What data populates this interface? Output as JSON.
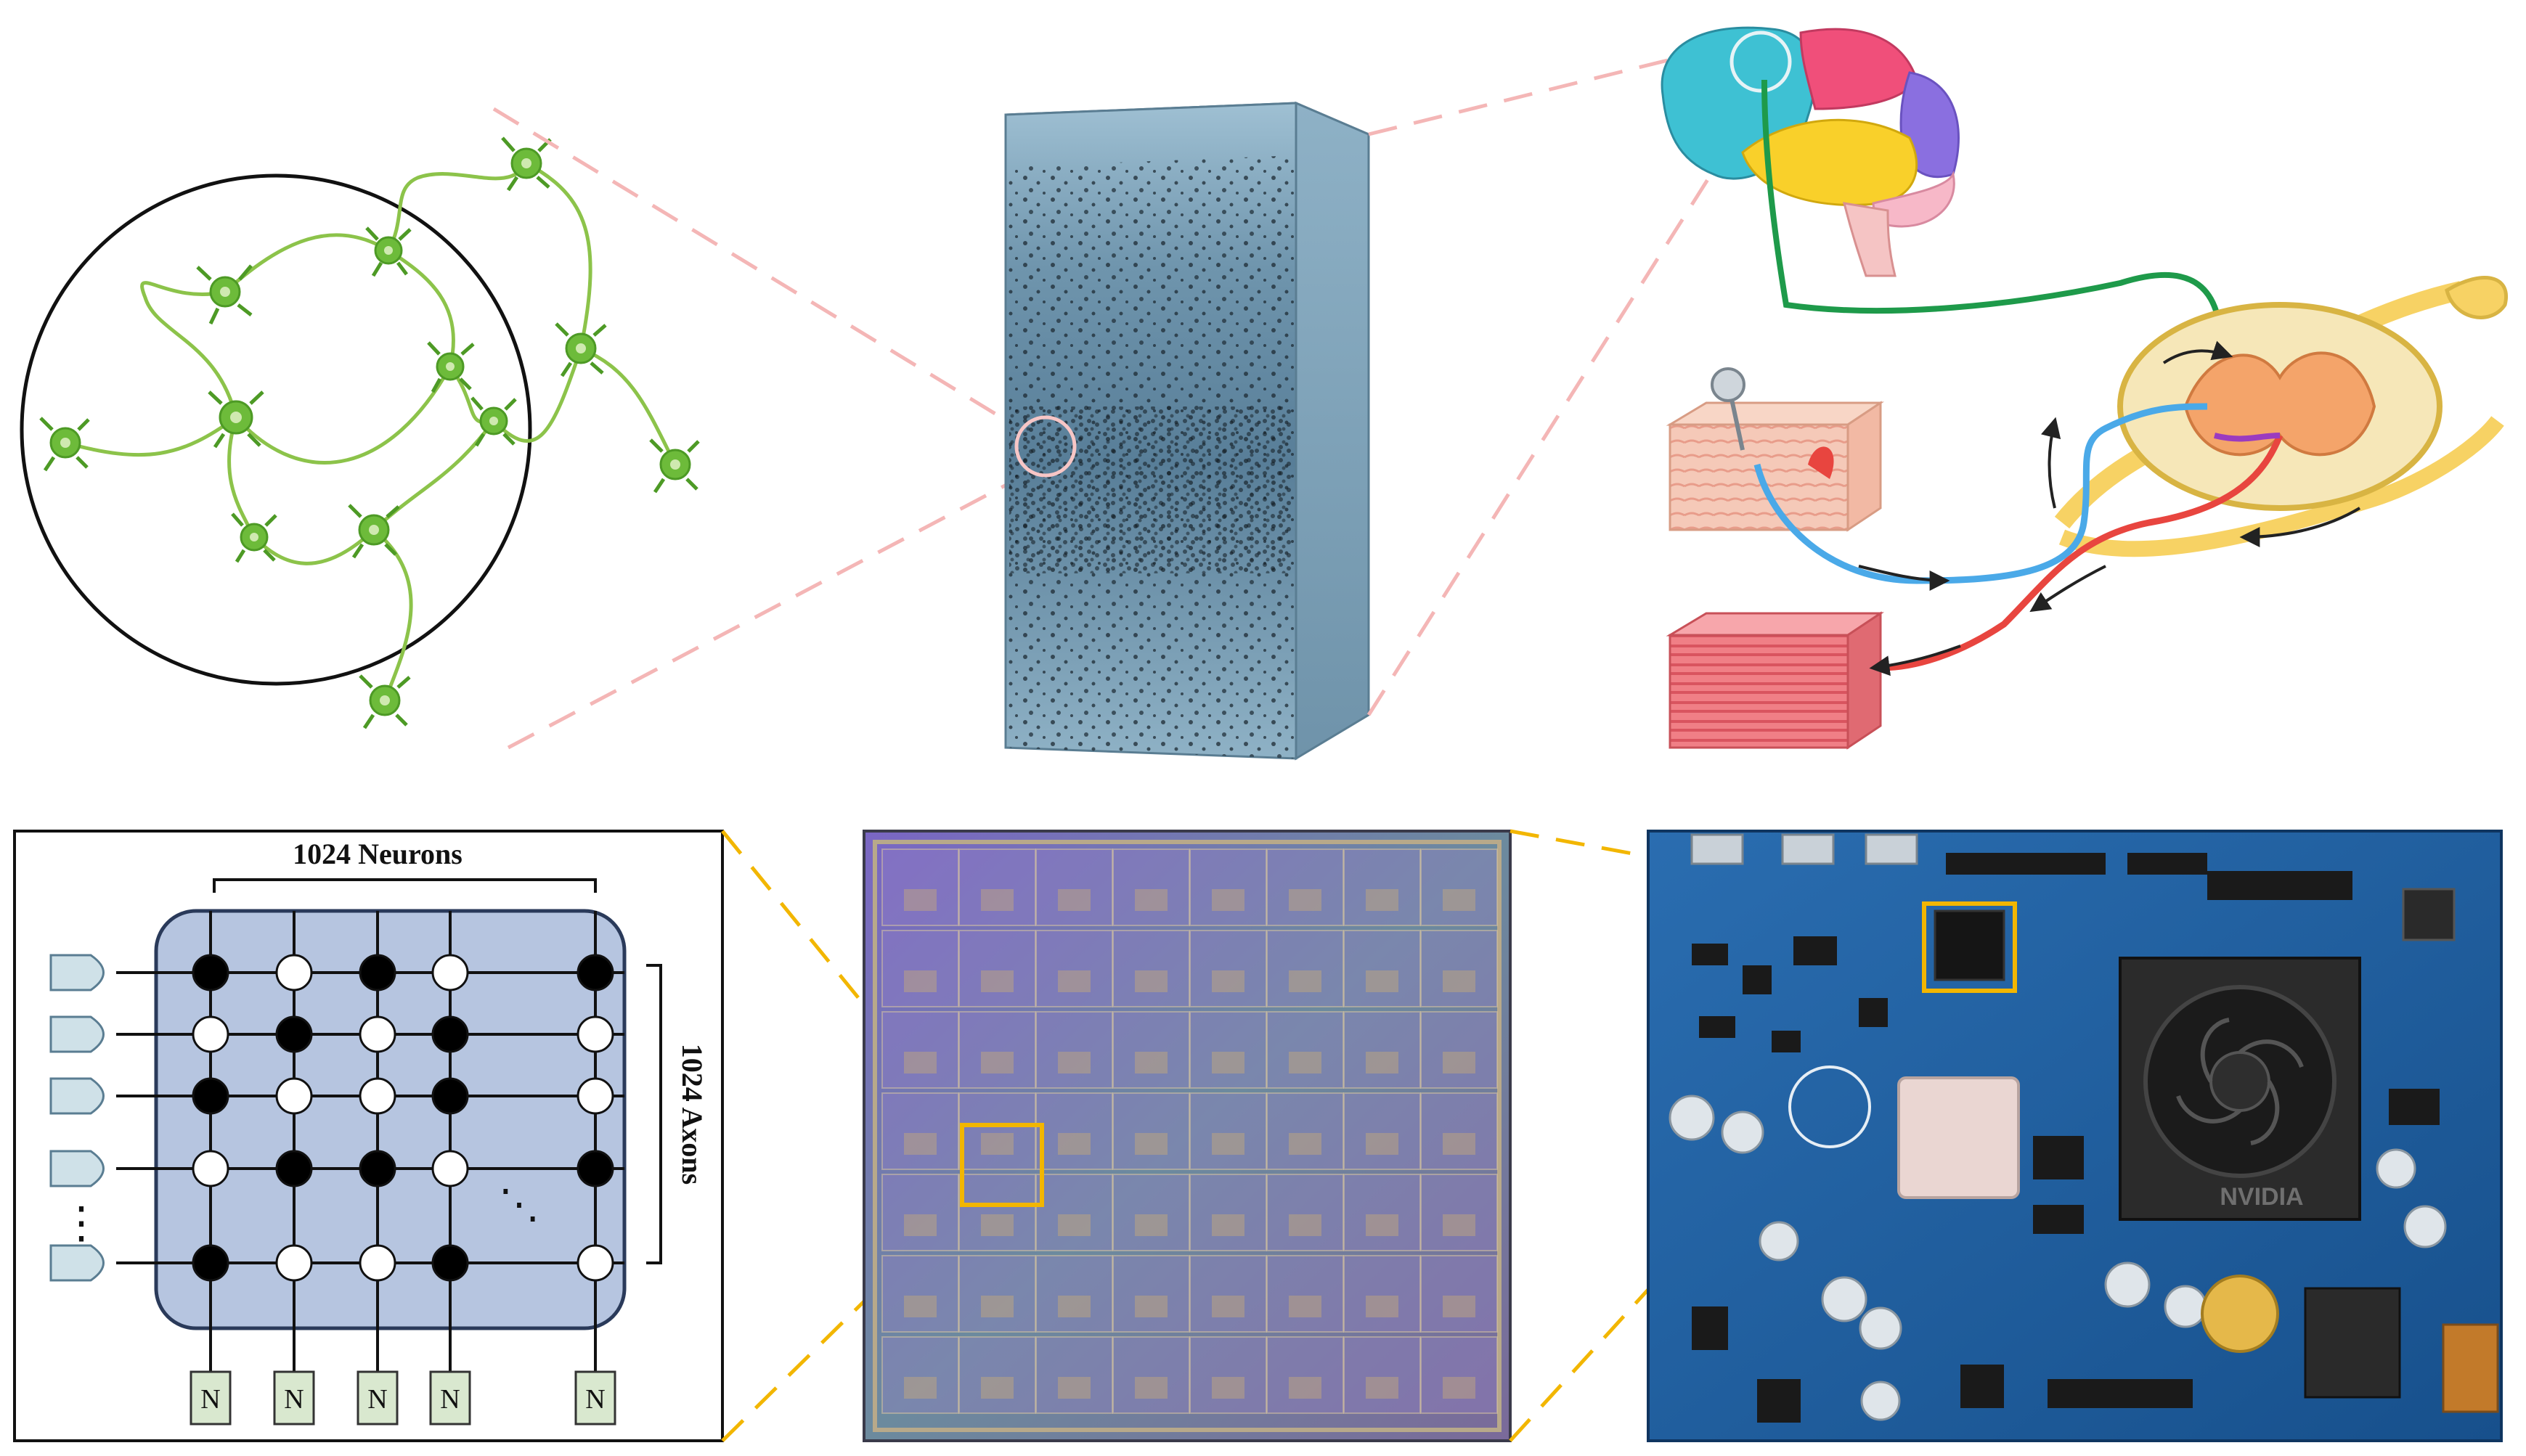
{
  "crossbar": {
    "neurons_label": "1024 Neurons",
    "axons_label": "1024 Axons",
    "neuron_unit_label": "N",
    "vertical_ellipsis": "⋮",
    "diagonal_ellipsis": "⋱",
    "grid": [
      [
        1,
        0,
        1,
        0,
        1
      ],
      [
        0,
        1,
        0,
        1,
        0
      ],
      [
        1,
        0,
        0,
        1,
        0
      ],
      [
        0,
        1,
        1,
        0,
        1
      ],
      [
        1,
        0,
        0,
        1,
        0
      ]
    ]
  },
  "board": {
    "gpu_brand": "NVIDIA"
  },
  "colors": {
    "neuron_green": "#6dbb3a",
    "tissue_blue": "#7fa3b8",
    "connector_pink": "#f4b6b6",
    "connector_gold": "#f2b600",
    "pcb_blue": "#1f5fa0",
    "chip_purple": "#6b5fb8",
    "crossbar_fill": "#b6c5e0"
  }
}
